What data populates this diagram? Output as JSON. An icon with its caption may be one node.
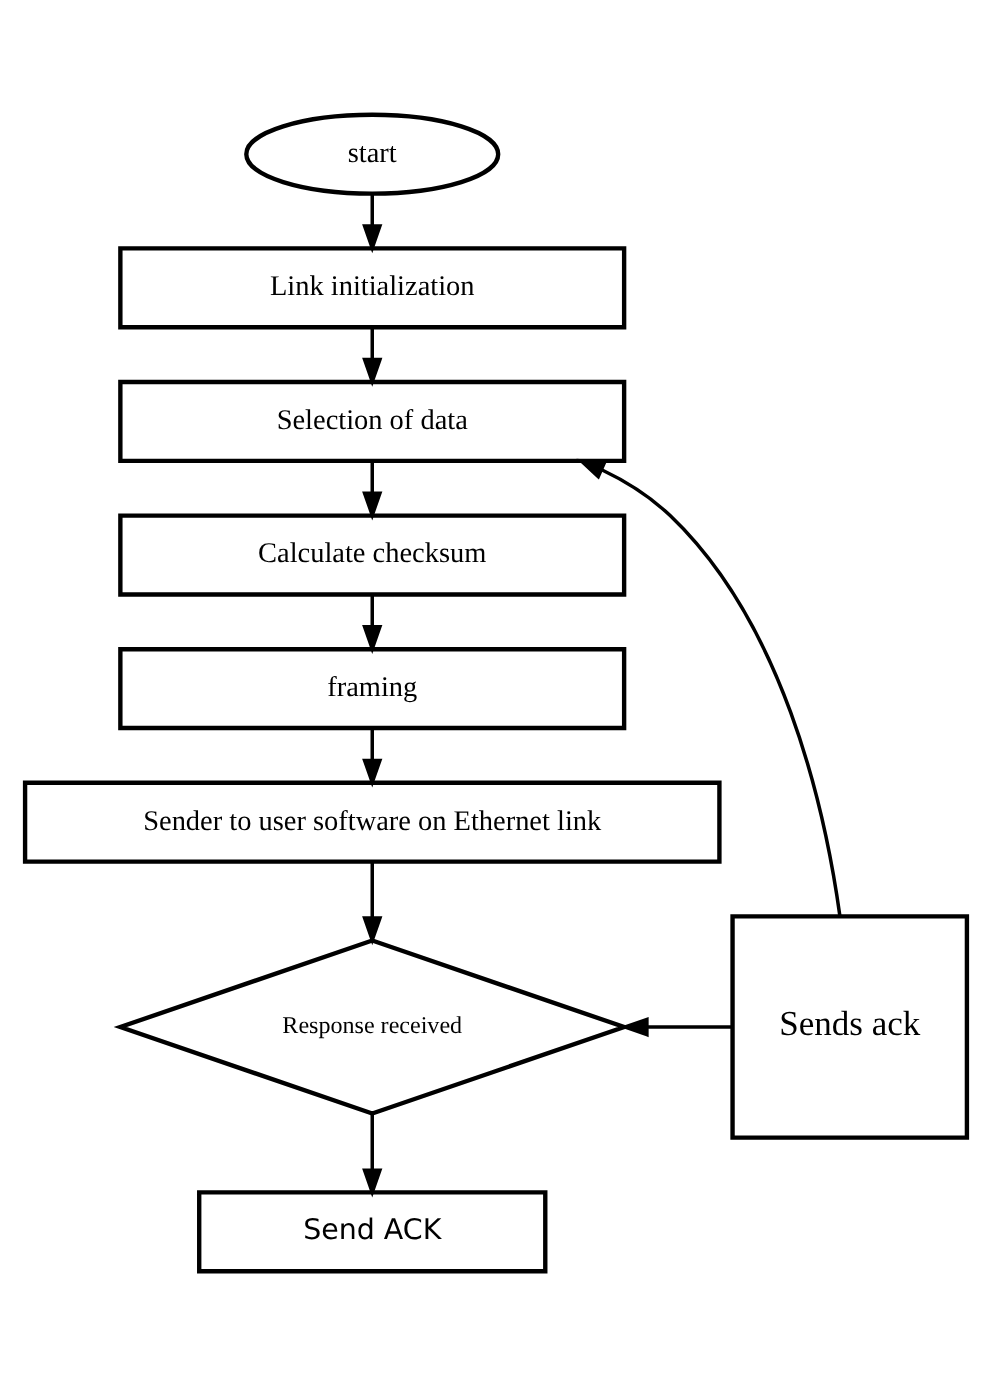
{
  "diagram": {
    "nodes": [
      {
        "text": [
          "start"
        ]
      },
      {
        "text": [
          "Link initialization"
        ]
      },
      {
        "text": [
          "Selection of data"
        ]
      },
      {
        "text": [
          "Calculate checksum"
        ]
      },
      {
        "text": [
          "framing"
        ]
      },
      {
        "text": [
          "Sender to user software on Ethernet link"
        ]
      },
      {
        "text": [
          "Response received"
        ]
      },
      {
        "text": [
          "Sends ack"
        ]
      },
      {
        "text": [
          "Send ACK"
        ]
      }
    ],
    "edges": [
      {
        "from": 0,
        "to": 1,
        "arrow": "to"
      },
      {
        "from": 1,
        "to": 2,
        "arrow": "to"
      },
      {
        "from": 2,
        "to": 3,
        "arrow": "to"
      },
      {
        "from": 3,
        "to": 4,
        "arrow": "to"
      },
      {
        "from": 4,
        "to": 5,
        "arrow": "to"
      },
      {
        "from": 5,
        "to": 6,
        "arrow": "to"
      },
      {
        "from": 7,
        "to": 6,
        "arrow": "to"
      },
      {
        "from": 6,
        "to": 8,
        "arrow": "to"
      },
      {
        "from": 7,
        "to": 2,
        "arrow": "to"
      }
    ]
  }
}
